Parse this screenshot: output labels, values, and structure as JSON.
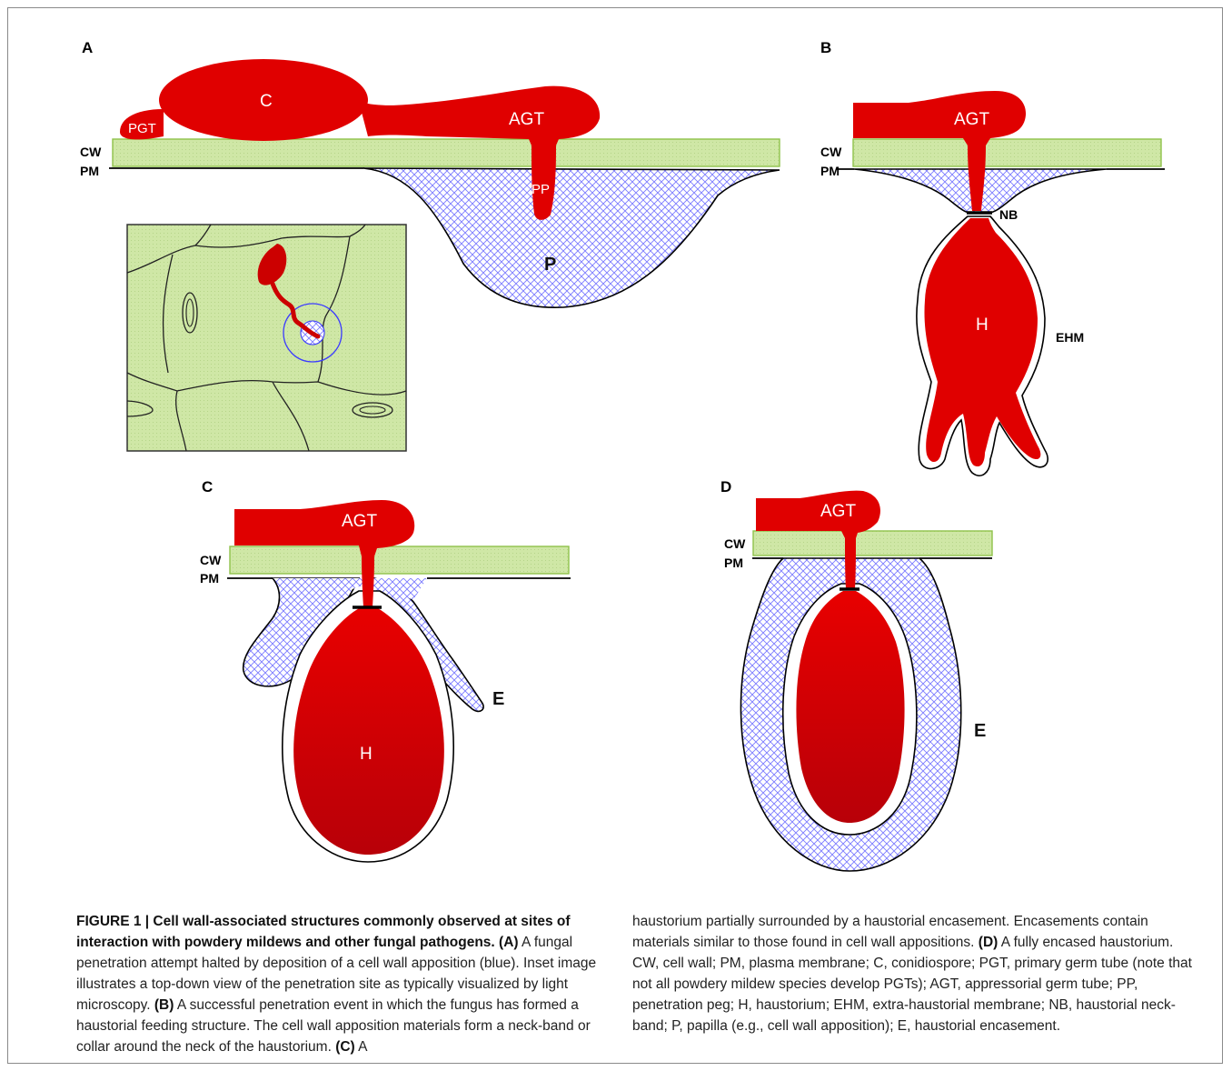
{
  "panels": {
    "a": {
      "letter": "A",
      "cw": "CW",
      "pm": "PM",
      "c": "C",
      "pgt": "PGT",
      "agt": "AGT",
      "pp": "PP",
      "p": "P"
    },
    "b": {
      "letter": "B",
      "cw": "CW",
      "pm": "PM",
      "agt": "AGT",
      "nb": "NB",
      "h": "H",
      "ehm": "EHM"
    },
    "c": {
      "letter": "C",
      "cw": "CW",
      "pm": "PM",
      "agt": "AGT",
      "h": "H",
      "e": "E"
    },
    "d": {
      "letter": "D",
      "cw": "CW",
      "pm": "PM",
      "agt": "AGT",
      "e": "E"
    }
  },
  "colors": {
    "fungus": "#e00000",
    "cell_wall": "#cde8a4",
    "apposition": "#7b7bff",
    "membrane": "#000000"
  },
  "caption": {
    "title": "FIGURE 1 | Cell wall-associated structures commonly observed at sites of interaction with powdery mildews and other fungal pathogens.",
    "a_tag": "(A)",
    "a_text": " A fungal penetration attempt halted by deposition of a cell wall apposition (blue). Inset image illustrates a top-down view of the penetration site as typically visualized by light microscopy. ",
    "b_tag": "(B)",
    "b_text": " A successful penetration event in which the fungus has formed a haustorial feeding structure. The cell wall apposition materials form a neck-band or collar around the neck of the haustorium. ",
    "c_tag": "(C)",
    "c_text_1": " A",
    "c_text_2": "haustorium partially surrounded by a haustorial encasement. Encasements contain materials similar to those found in cell wall appositions. ",
    "d_tag": "(D)",
    "d_text": " A fully encased haustorium. CW, cell wall; PM, plasma membrane; C, conidiospore; PGT, primary germ tube (note that not all powdery mildew species develop PGTs); AGT, appressorial germ tube; PP, penetration peg; H, haustorium; EHM, extra-haustorial membrane; NB, haustorial neck-band; P, papilla (e.g., cell wall apposition); E, haustorial encasement."
  }
}
